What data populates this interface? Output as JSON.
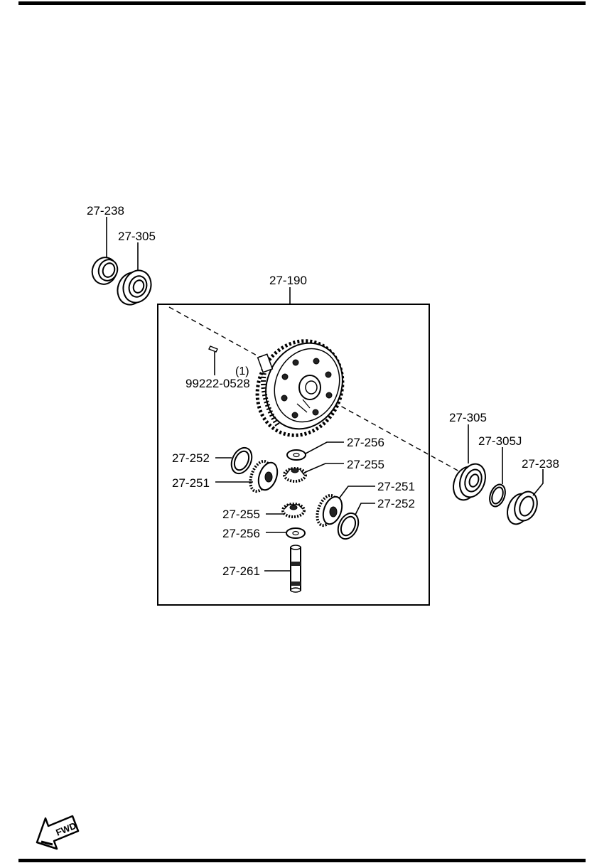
{
  "parts": {
    "bearing_seal_left": "27-238",
    "bearing_left": "27-305",
    "case_assembly": "27-190",
    "pin": "99222-0528",
    "pin_qty": "(1)",
    "washer_side_left": "27-252",
    "side_gear_left": "27-251",
    "pinion_washer_top": "27-256",
    "pinion_gear_top": "27-255",
    "side_gear_right": "27-251",
    "washer_side_right": "27-252",
    "pinion_gear_bottom": "27-255",
    "pinion_washer_bottom": "27-256",
    "pinion_shaft": "27-261",
    "bearing_right": "27-305",
    "shim_right": "27-305J",
    "bearing_seal_right": "27-238"
  },
  "fwd_label": "FWD"
}
